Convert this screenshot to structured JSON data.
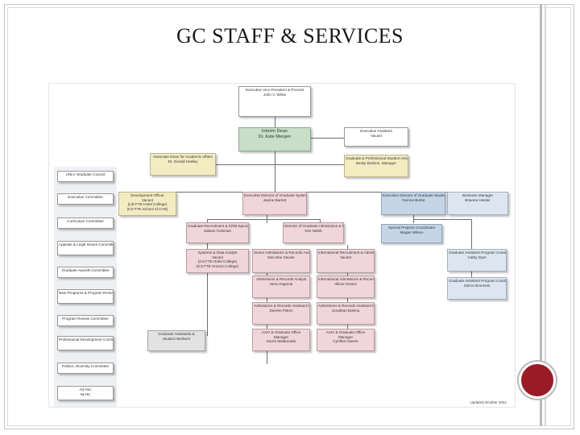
{
  "slide": {
    "title": "GC STAFF & SERVICES",
    "colors": {
      "accent": "#9b1b26",
      "green": "#c8dec8",
      "yellow": "#f3ecc3",
      "blue": "#c5d5e6",
      "pink": "#f0d6db"
    }
  },
  "org_chart": {
    "top": {
      "title": "Executive Vice President & Provost",
      "name": "John V. White"
    },
    "dean": {
      "title": "Interim Dean",
      "name": "Dr. Kate Mergen"
    },
    "exec_assistant": {
      "title": "Executive Assistant",
      "name": "Vacant"
    },
    "assoc_dean": {
      "title": "Associate Dean for Academic Affairs",
      "name": "Dr. Gerald Hartley"
    },
    "gpsa": {
      "title": "Graduate & Professional Student Association",
      "name": "Becky Boshon, Manager"
    },
    "committees": [
      "UNLV Graduate Council",
      "Executive Committee",
      "Curriculum Committee",
      "Appeals & Legal Issues Committee",
      "Graduate Awards Committee",
      "New Programs & Program Reviews Committee",
      "Program Review Committee",
      "Professional Development Committee",
      "Politics, Diversity Committee",
      "Ad Hoc",
      "NLHC"
    ],
    "dev_officer": {
      "title": "Development Officer",
      "name": "Vacant",
      "note1": "(UD FTE Hotel College)",
      "note2": "(0.5 FTE School of CHS)"
    },
    "exec_dir_systems": {
      "title": "Executive Director of Graduate Systems and Operations",
      "name": "Janine Barrett"
    },
    "exec_dir_services": {
      "title": "Executive Director of Graduate Student Services",
      "name": "Yvonne Burke"
    },
    "business_manager": {
      "title": "Business Manager",
      "name": "Brianne Heisler"
    },
    "recruiter_crm": {
      "title": "Graduate Recruitment & CRM Specialist",
      "name": "Sabam Coleman"
    },
    "director_admissions": {
      "title": "Director of Graduate Admissions & Records",
      "name": "Kim Webb"
    },
    "special_projects": {
      "title": "Special Projects Coordinator",
      "name": "Megan Wilson"
    },
    "systems_analyst": {
      "title": "Systems & Data Analyst",
      "name": "Vacant",
      "note1": "(0.5 FTE Hotel College)",
      "note2": "(0.5 FTE Honors College)"
    },
    "senior_admissions": {
      "title": "Senior Admissions & Records Analyst",
      "name": "Dee Dee Savoie"
    },
    "intl_recruitment": {
      "title": "International Recruitment & Admissions Specialist",
      "name": "Vacant"
    },
    "grad_asst_coord1": {
      "title": "Graduate Assistant Program Coordinator",
      "name": "Cathy Dyer"
    },
    "grad_asst_coord2": {
      "title": "Graduate Assistant Program Coordinator",
      "name": "Sierra Simmons"
    },
    "admissions_analyst": {
      "title": "Admissions & Records Analyst",
      "name": "Hera Hagenai"
    },
    "intl_admissions_analyst": {
      "title": "International Admissions & Records Analyst",
      "name": "Allison Evans"
    },
    "admissions_asst1": {
      "title": "Admissions & Records Assistant III",
      "name": "Doreen Piston"
    },
    "admissions_asst2": {
      "title": "Admissions & Records Assistant III",
      "name": "Jonathan Bolena"
    },
    "grad_assistants": {
      "title": "Graduate Assistants &",
      "name": "Student Workers"
    },
    "office_manager1": {
      "title": "AAIV & Graduate Office",
      "subtitle": "Manager",
      "name": "Karen Maldonado"
    },
    "office_manager2": {
      "title": "AAIV & Graduate Office",
      "subtitle": "Manager",
      "name": "Cynthia Owens"
    },
    "footer": "Updated October 2021"
  }
}
